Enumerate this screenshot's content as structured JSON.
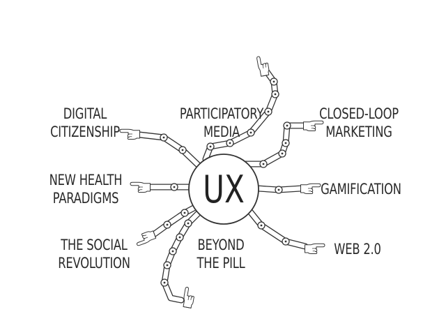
{
  "center": {
    "label": "UX"
  },
  "nodes": [
    {
      "id": "digital-citizenship",
      "lines": [
        "DIGITAL",
        "CITIZENSHIP"
      ]
    },
    {
      "id": "participatory-media",
      "lines": [
        "PARTICIPATORY",
        "MEDIA"
      ]
    },
    {
      "id": "closed-loop-marketing",
      "lines": [
        "CLOSED-LOOP",
        "MARKETING"
      ]
    },
    {
      "id": "new-health-paradigms",
      "lines": [
        "NEW HEALTH",
        "PARADIGMS"
      ]
    },
    {
      "id": "gamification",
      "lines": [
        "GAMIFICATION"
      ]
    },
    {
      "id": "the-social-revolution",
      "lines": [
        "THE SOCIAL",
        "REVOLUTION"
      ]
    },
    {
      "id": "beyond-the-pill",
      "lines": [
        "BEYOND",
        "THE PILL"
      ]
    },
    {
      "id": "web-2-0",
      "lines": [
        "WEB 2.0"
      ]
    }
  ]
}
